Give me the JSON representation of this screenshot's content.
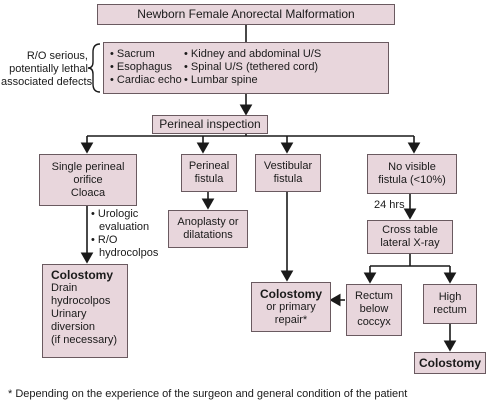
{
  "title": "Newborn Female Anorectal Malformation",
  "ro_label": [
    "R/O serious,",
    "potentially lethal",
    "associated defects"
  ],
  "defects_left": [
    "Sacrum",
    "Esophagus",
    "Cardiac echo"
  ],
  "defects_right": [
    "Kidney and abdominal U/S",
    "Spinal U/S (tethered cord)",
    "Lumbar spine"
  ],
  "perineal_inspection": "Perineal inspection",
  "single_orifice": [
    "Single perineal",
    "orifice",
    "Cloaca"
  ],
  "perineal_fistula": [
    "Perineal",
    "fistula"
  ],
  "vestibular_fistula": [
    "Vestibular",
    "fistula"
  ],
  "no_visible_fistula": [
    "No visible",
    "fistula (<10%)"
  ],
  "urologic_notes": [
    "Urologic",
    "evaluation",
    "R/O",
    "hydrocolpos"
  ],
  "anoplasty": [
    "Anoplasty or",
    "dilatations"
  ],
  "hours_label": "24 hrs",
  "cross_table": [
    "Cross table",
    "lateral X-ray"
  ],
  "cloaca_colostomy": {
    "title": "Colostomy",
    "lines": [
      "Drain",
      "hydrocolpos",
      "Urinary",
      "diversion",
      "(if necessary)"
    ]
  },
  "colostomy_repair": {
    "title": "Colostomy",
    "lines": [
      "or primary",
      "repair*"
    ]
  },
  "rectum_below": [
    "Rectum",
    "below",
    "coccyx"
  ],
  "high_rectum": [
    "High",
    "rectum"
  ],
  "final_colostomy": "Colostomy",
  "footnote": "* Depending on the experience of the surgeon and general condition of the patient",
  "colors": {
    "box_fill": "#e8d6dc",
    "box_border": "#6a5a60",
    "arrow": "#1a1a1a"
  }
}
